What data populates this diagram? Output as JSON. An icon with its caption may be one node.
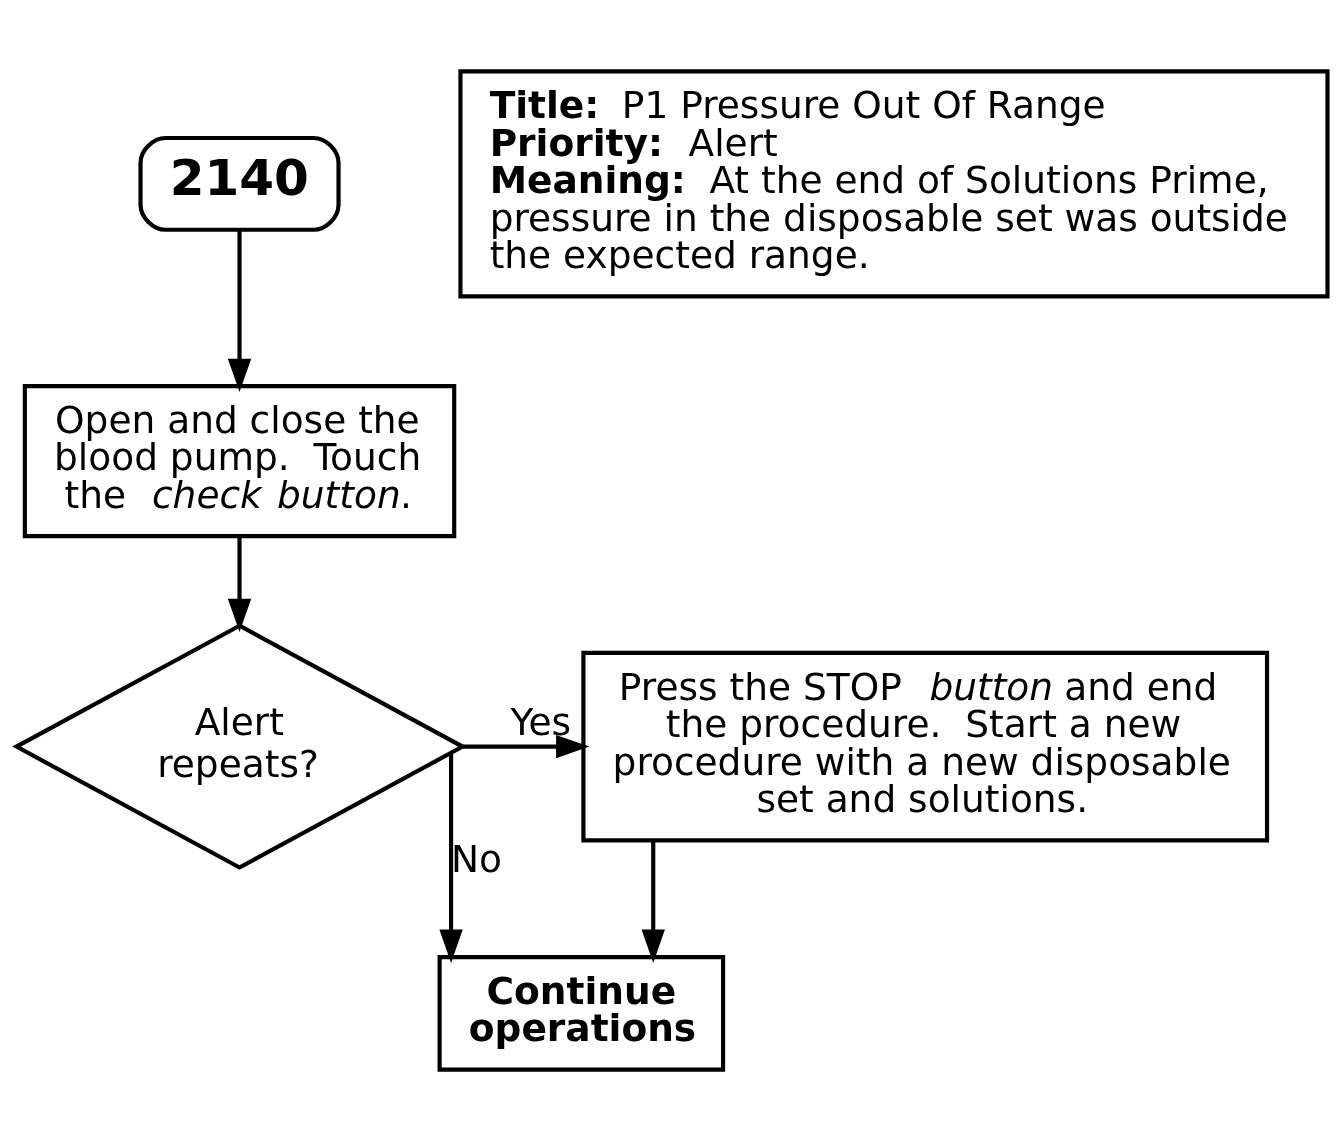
{
  "diagram": {
    "nodes": [
      {
        "text": [
          "2140"
        ]
      },
      {
        "text": [
          "**Title:**  P1 Pressure Out Of Range",
          "**Priority:**  Alert",
          "**Meaning:**  At the end of Solutions Prime, pressure in the disposable set was outside the expected range."
        ]
      },
      {
        "text": [
          "Open and close the blood pump.  Touch the *check button*."
        ]
      },
      {
        "text": [
          "Alert repeats?"
        ]
      },
      {
        "text": [
          "Press the STOP *button* and end the procedure.  Start a new procedure with a new disposable set and solutions."
        ]
      },
      {
        "text": [
          "Continue operations"
        ]
      }
    ],
    "edges": [
      {
        "from": 0,
        "to": 2,
        "arrow": "to"
      },
      {
        "from": 2,
        "to": 3,
        "arrow": "to"
      },
      {
        "from": 3,
        "to": 4,
        "arrow": "to",
        "label": "Yes"
      },
      {
        "from": 4,
        "to": 5,
        "arrow": "to"
      },
      {
        "from": 3,
        "to": 5,
        "arrow": "to",
        "label": "No"
      }
    ]
  }
}
